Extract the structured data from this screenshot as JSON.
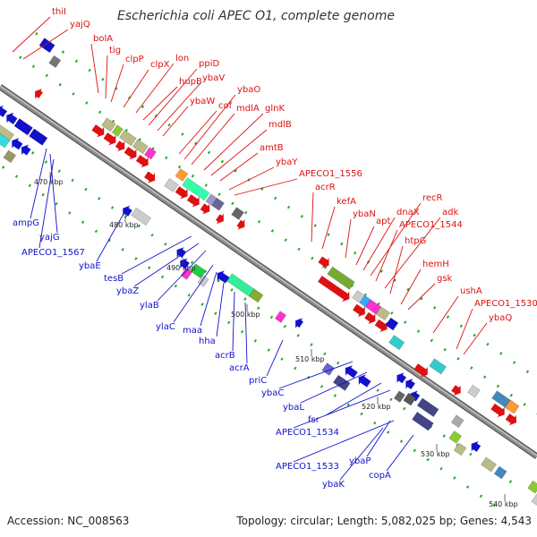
{
  "title": "Escherichia coli APEC O1, complete genome",
  "footer": {
    "accession": "Accession: NC_008563",
    "summary": "Topology: circular; Length: 5,082,025 bp; Genes: 4,543"
  },
  "colors": {
    "forward": "#dd1111",
    "reverse": "#1111cc",
    "backbone": "#8c8c8c",
    "tick": "#22aa22"
  },
  "ticks": [
    "470 kbp",
    "480 kbp",
    "490 kbp",
    "500 kbp",
    "510 kbp",
    "520 kbp",
    "530 kbp",
    "540 kbp"
  ],
  "forward_labels": [
    "thiI",
    "yajQ",
    "bolA",
    "tig",
    "clpP",
    "clpX",
    "lon",
    "hupB",
    "ppiD",
    "ybaV",
    "ybaW",
    "cof",
    "ybaO",
    "mdlA",
    "glnK",
    "mdlB",
    "amtB",
    "ybaY",
    "APECO1_1556",
    "acrR",
    "kefA",
    "ybaN",
    "apt",
    "dnaX",
    "recR",
    "APECO1_1544",
    "adk",
    "htpG",
    "hemH",
    "gsk",
    "ushA",
    "APECO1_1530",
    "ybaQ"
  ],
  "reverse_labels": [
    "ampG",
    "yajG",
    "APECO1_1567",
    "ybaE",
    "tesB",
    "ybaZ",
    "ylaB",
    "ylaC",
    "maa",
    "hha",
    "acrB",
    "acrA",
    "priC",
    "ybaC",
    "ybaL",
    "fsr",
    "APECO1_1534",
    "APECO1_1533",
    "ybaP",
    "ybaK",
    "copA"
  ]
}
